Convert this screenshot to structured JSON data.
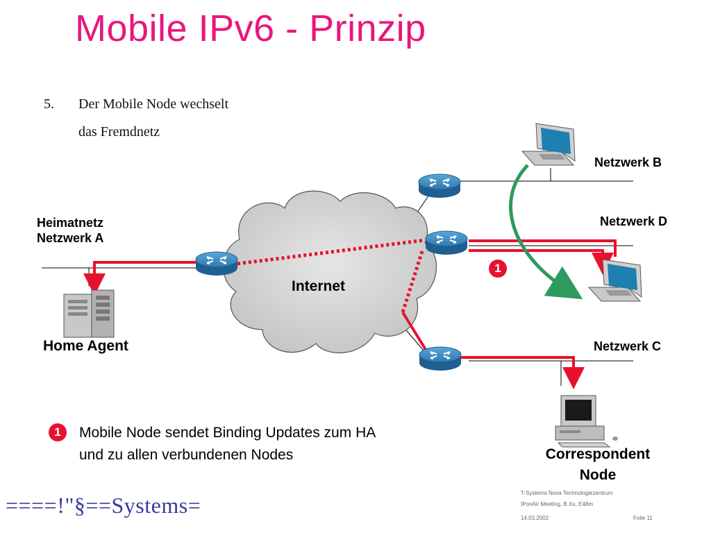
{
  "title": "Mobile IPv6 - Prinzip",
  "step": {
    "number": "5.",
    "line1": "Der Mobile Node wechselt",
    "line2": "das Fremdnetz"
  },
  "labels": {
    "netzwerk_b": "Netzwerk B",
    "netzwerk_d": "Netzwerk D",
    "netzwerk_c": "Netzwerk C",
    "heimatnetz_line1": "Heimatnetz",
    "heimatnetz_line2": "Netzwerk A",
    "internet": "Internet",
    "home_agent": "Home Agent",
    "correspondent_line1": "Correspondent",
    "correspondent_line2": "Node"
  },
  "bullet_symbol": "1",
  "note": {
    "line1": "Mobile Node sendet Binding Updates zum HA",
    "line2": "und zu allen verbundenen Nodes"
  },
  "brand": "====!\"§==Systems=",
  "footer": {
    "org": "T-Systems Nova Technologiezentrum",
    "meeting": "IPonAir Meeting, B.Xu, E48m",
    "date": "14.03.2002",
    "slide": "Folie 11"
  },
  "colors": {
    "title": "#e8177c",
    "signal_path": "#e8112d",
    "movement_arrow": "#2e9a5e",
    "router": "#3f8fc5",
    "cloud": "#d4d4d4"
  },
  "icons": [
    "router-icon",
    "laptop-icon",
    "server-icon",
    "desktop-computer-icon",
    "cloud-shape"
  ]
}
